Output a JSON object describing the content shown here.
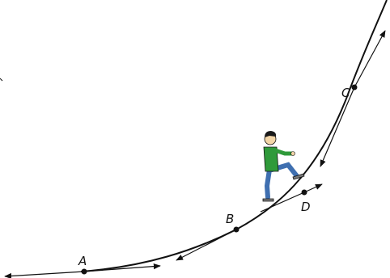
{
  "points": [
    {
      "id": "A",
      "label": "A"
    },
    {
      "id": "B",
      "label": "B"
    },
    {
      "id": "C",
      "label": "C"
    },
    {
      "id": "D",
      "label": "D"
    }
  ],
  "colors": {
    "ink": "#111111",
    "shirt": "#2f9a3a",
    "pants": "#3f6fb0",
    "skin": "#f3d6a8",
    "hair": "#1a1a1a",
    "shoe": "#7a7a7a"
  },
  "icons": {
    "hiker": "person-climbing-icon"
  }
}
